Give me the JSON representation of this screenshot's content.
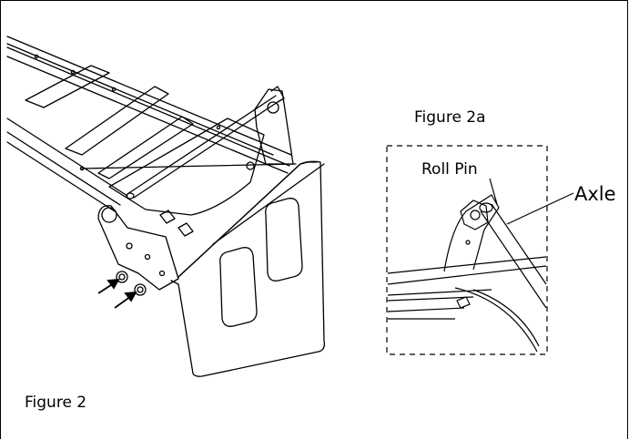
{
  "labels": {
    "figure_2a": "Figure 2a",
    "figure_2": "Figure 2",
    "roll_pin": "Roll Pin",
    "axle": "Axle"
  },
  "colors": {
    "line": "#000000",
    "background": "#ffffff"
  }
}
